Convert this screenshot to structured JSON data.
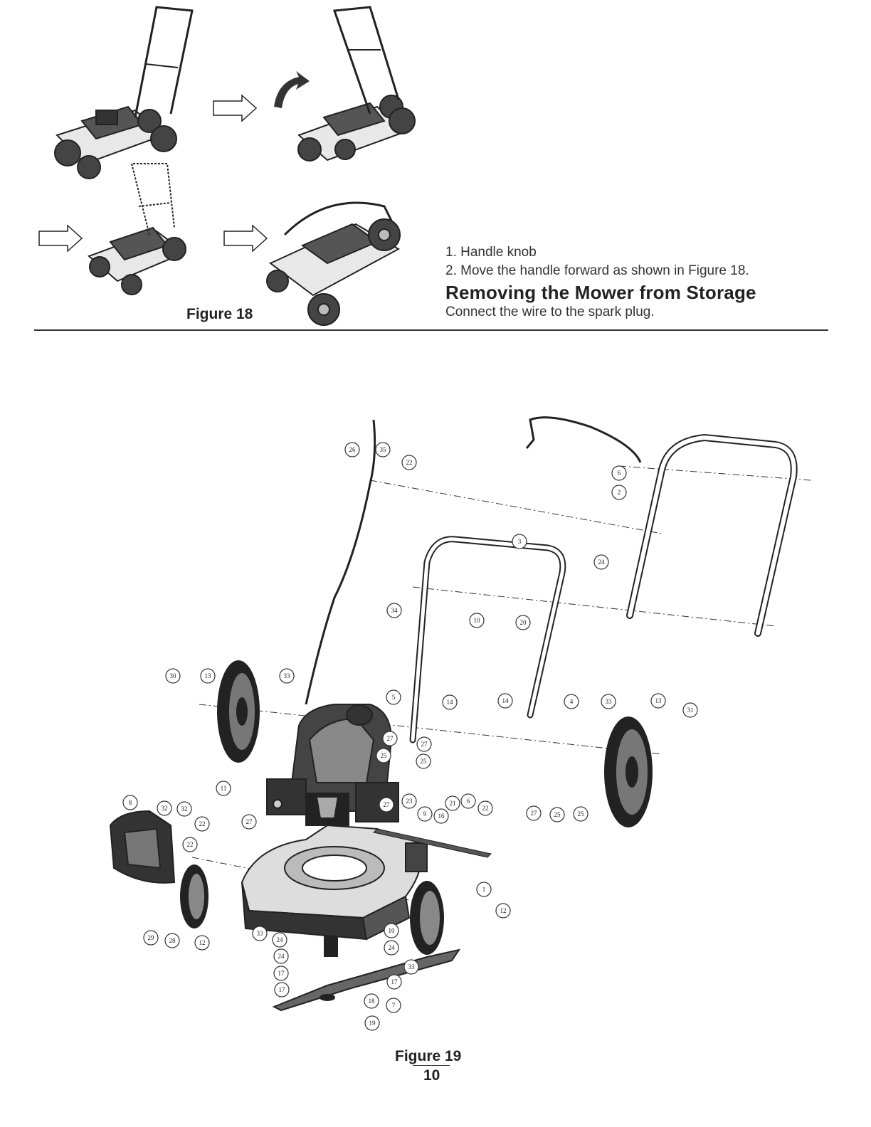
{
  "figure18": {
    "caption": "Figure 18",
    "steps": [
      "1. Handle knob",
      "2. Move the handle forward as shown in Figure 18."
    ]
  },
  "storage_section": {
    "heading": "Removing the Mower from Storage",
    "text": "Connect the wire to the spark plug."
  },
  "figure19": {
    "caption": "Figure 19",
    "callouts": [
      "26",
      "35",
      "22",
      "6",
      "2",
      "3",
      "34",
      "10",
      "20",
      "24",
      "30",
      "13",
      "33",
      "5",
      "14",
      "14",
      "4",
      "33",
      "13",
      "31",
      "27",
      "25",
      "27",
      "25",
      "11",
      "8",
      "32",
      "32",
      "22",
      "22",
      "27",
      "23",
      "9",
      "16",
      "21",
      "6",
      "22",
      "27",
      "25",
      "25",
      "27",
      "1",
      "12",
      "29",
      "28",
      "12",
      "33",
      "24",
      "10",
      "24",
      "24",
      "17",
      "17",
      "33",
      "17",
      "7",
      "18",
      "19"
    ]
  },
  "page": {
    "number": "10"
  }
}
